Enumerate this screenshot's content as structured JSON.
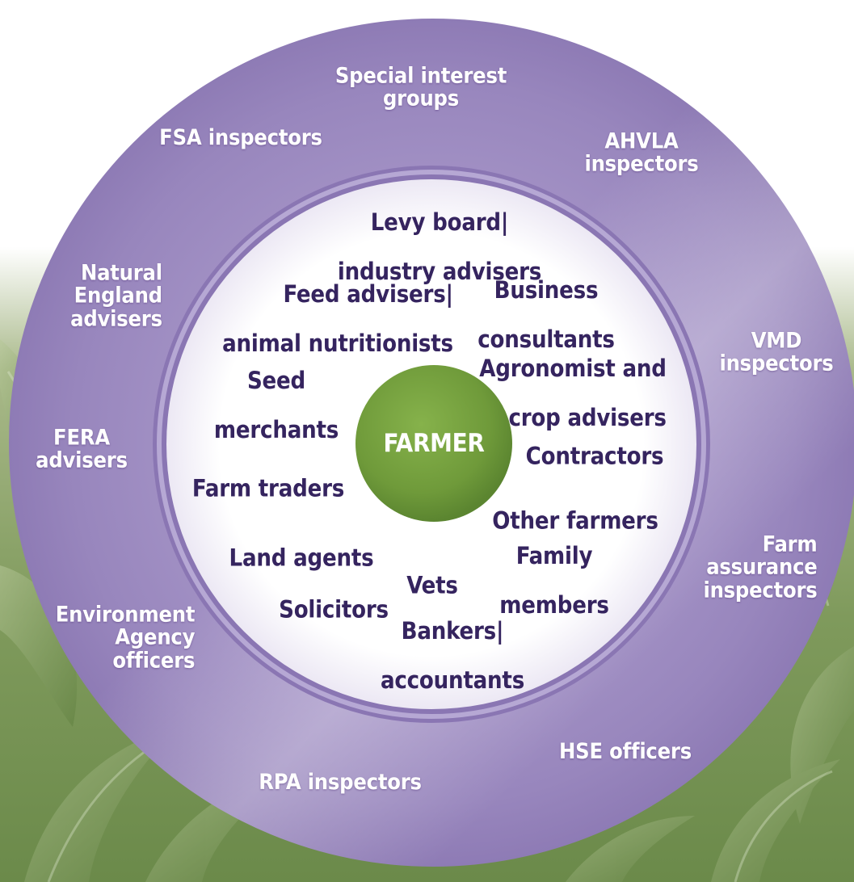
{
  "center": {
    "label": "FARMER"
  },
  "outer_ring": [
    {
      "key": "special_interest",
      "text": "Special interest\ngroups"
    },
    {
      "key": "fsa",
      "text": "FSA inspectors"
    },
    {
      "key": "ahvla",
      "text": "AHVLA\ninspectors"
    },
    {
      "key": "natural_england",
      "text": "Natural\nEngland\nadvisers"
    },
    {
      "key": "vmd",
      "text": "VMD\ninspectors"
    },
    {
      "key": "fera",
      "text": "FERA\nadvisers"
    },
    {
      "key": "farm_assurance",
      "text": "Farm\nassurance\ninspectors"
    },
    {
      "key": "environment_agency",
      "text": "Environment\nAgency\nofficers"
    },
    {
      "key": "hse",
      "text": "HSE officers"
    },
    {
      "key": "rpa",
      "text": "RPA inspectors"
    }
  ],
  "inner_circle": [
    {
      "key": "levy_board",
      "lines": [
        "Levy board|",
        "industry advisers"
      ]
    },
    {
      "key": "feed_advisers",
      "lines": [
        "Feed advisers|",
        "animal nutritionists"
      ]
    },
    {
      "key": "business_consultants",
      "lines": [
        "Business",
        "consultants"
      ]
    },
    {
      "key": "seed_merchants",
      "lines": [
        "Seed",
        "merchants"
      ]
    },
    {
      "key": "agronomist",
      "lines": [
        "Agronomist and",
        "crop advisers"
      ]
    },
    {
      "key": "contractors",
      "lines": [
        "Contractors"
      ]
    },
    {
      "key": "farm_traders",
      "lines": [
        "Farm traders"
      ]
    },
    {
      "key": "other_farmers",
      "lines": [
        "Other farmers"
      ]
    },
    {
      "key": "land_agents",
      "lines": [
        "Land agents"
      ]
    },
    {
      "key": "family_members",
      "lines": [
        "Family",
        "members"
      ]
    },
    {
      "key": "vets",
      "lines": [
        "Vets"
      ]
    },
    {
      "key": "solicitors",
      "lines": [
        "Solicitors"
      ]
    },
    {
      "key": "bankers",
      "lines": [
        "Bankers|",
        "accountants"
      ]
    }
  ],
  "colors": {
    "outer_ring": "#9d8cc0",
    "outer_ring_dark": "#8a77b2",
    "inner_frame": "#7f6aa8",
    "center_green": "#6f9a3a",
    "inner_text": "#35245f",
    "outer_text": "#ffffff"
  }
}
